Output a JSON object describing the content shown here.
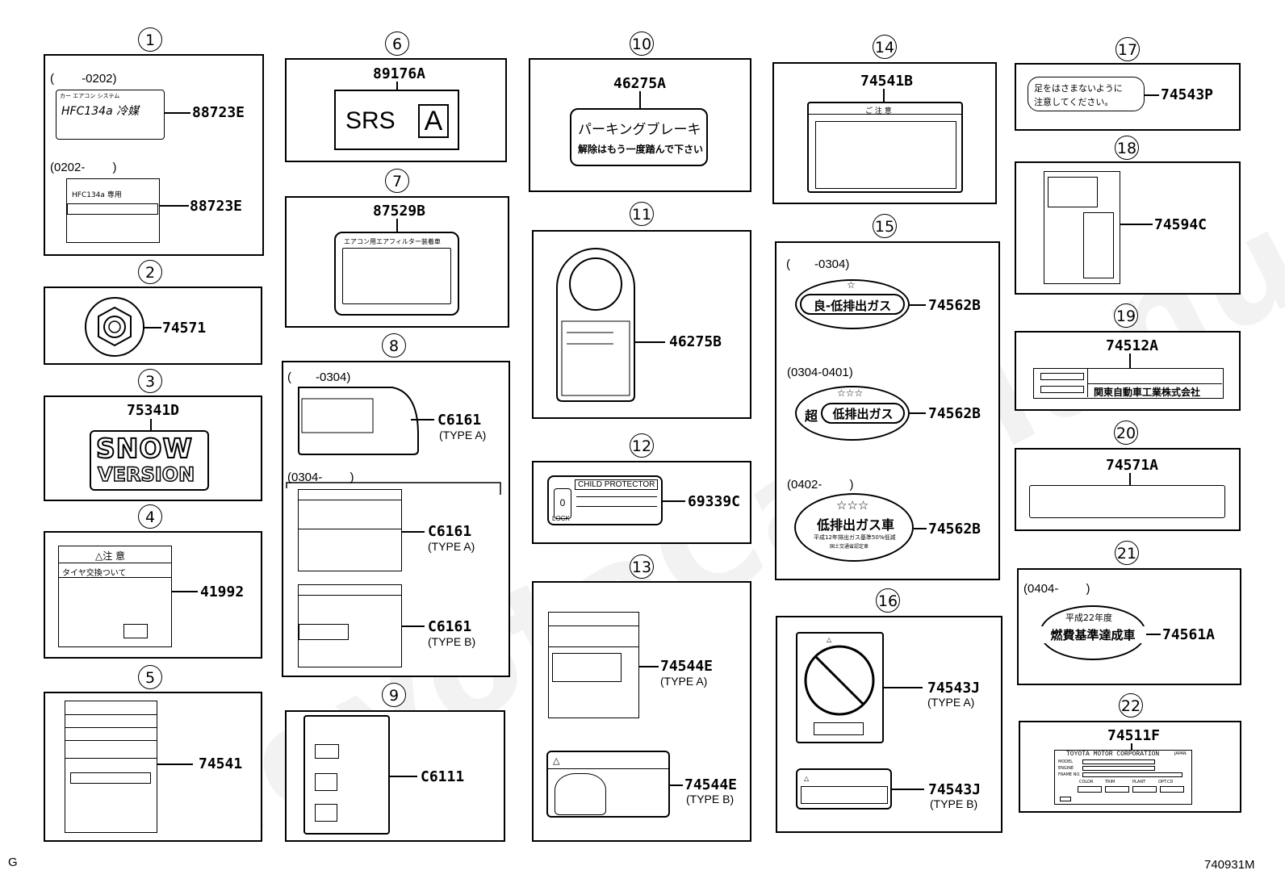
{
  "watermark": "ToyotaCarManuals.ru",
  "footer": {
    "left": "G",
    "right": "740931M"
  },
  "items": {
    "n1": {
      "num": "1",
      "range_a": "(　　 -0202)",
      "range_b": "(0202-　　 )",
      "part_a": "88723E",
      "part_b": "88723E",
      "label_a_head": "カー エアコン システム",
      "label_a_text": "HFC134a 冷媒",
      "label_b_text": "HFC134a 専用"
    },
    "n2": {
      "num": "2",
      "part": "74571"
    },
    "n3": {
      "num": "3",
      "part": "75341D",
      "line1": "SNOW",
      "line2": "VERSION"
    },
    "n4": {
      "num": "4",
      "part": "41992",
      "caution": "△注 意",
      "sub": "タイヤ交換ついて"
    },
    "n5": {
      "num": "5",
      "part": "74541"
    },
    "n6": {
      "num": "6",
      "part": "89176A",
      "srs": "SRS",
      "a": "A"
    },
    "n7": {
      "num": "7",
      "part": "87529B",
      "head": "エアコン用エアフィルター装着車"
    },
    "n8": {
      "num": "8",
      "range_a": "(　　-0304)",
      "range_b": "(0304-　　 )",
      "part_a": "C6161",
      "type_a": "(TYPE A)",
      "part_b": "C6161",
      "type_b": "(TYPE A)",
      "part_c": "C6161",
      "type_c": "(TYPE B)"
    },
    "n9": {
      "num": "9",
      "part": "C6111"
    },
    "n10": {
      "num": "10",
      "part": "46275A",
      "line1": "パーキングブレーキ",
      "line2": "解除はもう一度踏んで下さい"
    },
    "n11": {
      "num": "11",
      "part": "46275B"
    },
    "n12": {
      "num": "12",
      "part": "69339C",
      "head": "CHILD PROTECTOR",
      "lock": "LOCK"
    },
    "n13": {
      "num": "13",
      "part_a": "74544E",
      "type_a": "(TYPE A)",
      "part_b": "74544E",
      "type_b": "(TYPE B)"
    },
    "n14": {
      "num": "14",
      "part": "74541B",
      "head": "ご 注 意"
    },
    "n15": {
      "num": "15",
      "range_a": "(　　-0304)",
      "range_b": "(0304-0401)",
      "range_c": "(0402-　　 )",
      "part_a": "74562B",
      "part_b": "74562B",
      "part_c": "74562B",
      "oval_a": "良-低排出ガス",
      "oval_b_pre": "超",
      "oval_b": "低排出ガス",
      "oval_c": "低排出ガス車",
      "oval_c_sub1": "平成12年排出ガス基準50%低減",
      "oval_c_sub2": "国土交通省認定車",
      "star1": "☆",
      "star3": "☆☆☆"
    },
    "n16": {
      "num": "16",
      "part_a": "74543J",
      "type_a": "(TYPE A)",
      "part_b": "74543J",
      "type_b": "(TYPE B)"
    },
    "n17": {
      "num": "17",
      "part": "74543P",
      "line1": "足をはさまないように",
      "line2": "注意してください。"
    },
    "n18": {
      "num": "18",
      "part": "74594C"
    },
    "n19": {
      "num": "19",
      "part": "74512A",
      "maker": "関東自動車工業株式会社"
    },
    "n20": {
      "num": "20",
      "part": "74571A"
    },
    "n21": {
      "num": "21",
      "range": "(0404-　　 )",
      "part": "74561A",
      "year": "平成22年度",
      "text": "燃費基準達成車"
    },
    "n22": {
      "num": "22",
      "part": "74511F",
      "head": "TOYOTA MOTOR CORPORATION",
      "j": "JAPAN",
      "r1": "MODEL",
      "r2": "ENGINE",
      "r3": "FRAME NO.",
      "c1": "COLOR",
      "c2": "TRIM",
      "c3": "PLANT",
      "c4": "OPT.CD"
    }
  }
}
